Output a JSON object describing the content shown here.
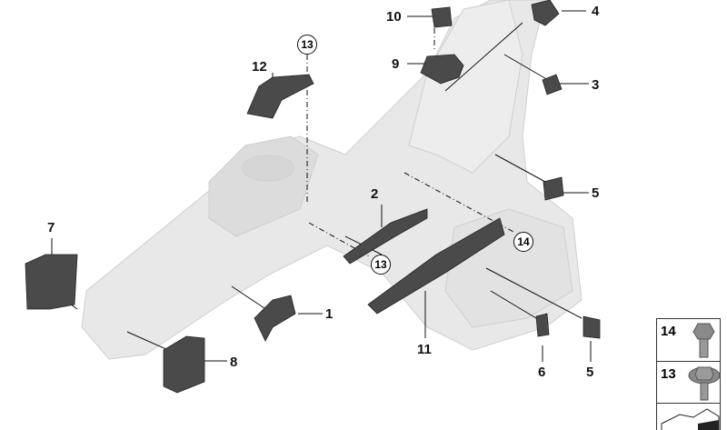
{
  "diagram_title": "",
  "callouts": [
    {
      "id": "c10",
      "label": "10"
    },
    {
      "id": "c4",
      "label": "4"
    },
    {
      "id": "c12",
      "label": "12"
    },
    {
      "id": "c9",
      "label": "9"
    },
    {
      "id": "c3",
      "label": "3"
    },
    {
      "id": "c5a",
      "label": "5"
    },
    {
      "id": "c2",
      "label": "2"
    },
    {
      "id": "c7",
      "label": "7"
    },
    {
      "id": "c1",
      "label": "1"
    },
    {
      "id": "c8",
      "label": "8"
    },
    {
      "id": "c11",
      "label": "11"
    },
    {
      "id": "c6",
      "label": "6"
    },
    {
      "id": "c5b",
      "label": "5"
    }
  ],
  "circled_callouts": [
    {
      "id": "cc13a",
      "label": "13"
    },
    {
      "id": "cc14",
      "label": "14"
    },
    {
      "id": "cc13b",
      "label": "13"
    }
  ],
  "legend": [
    {
      "label": "14",
      "icon": "flange-bolt-icon"
    },
    {
      "label": "13",
      "icon": "washer-bolt-icon"
    },
    {
      "label": "",
      "icon": "part-symbol-icon"
    }
  ],
  "colors": {
    "frame": "#e6e6e6",
    "frame_edge": "#c8c8c8",
    "part": "#4a4a4a"
  }
}
